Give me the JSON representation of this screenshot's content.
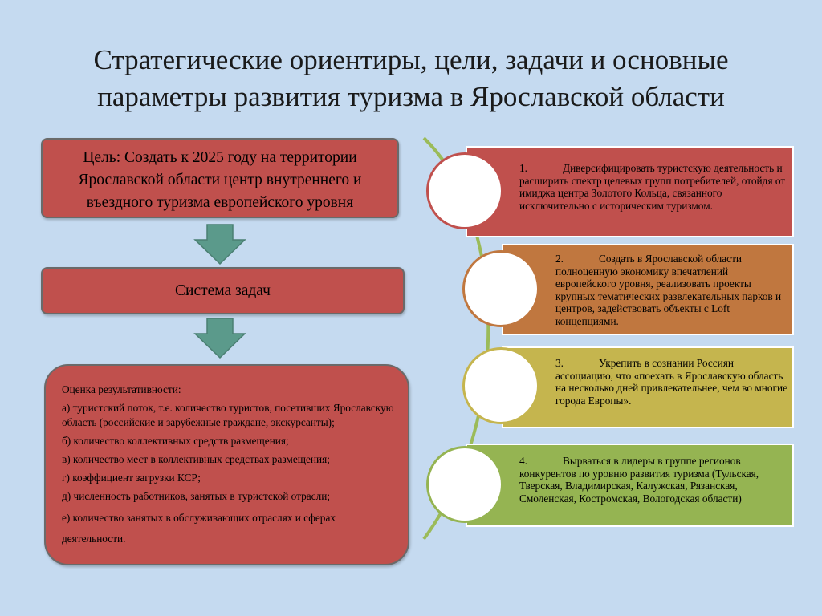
{
  "title": {
    "line1": "Стратегические ориентиры, цели, задачи и основные",
    "line2": "параметры развития туризма в Ярославской области"
  },
  "goal": {
    "line1": "Цель: Создать к 2025 году на территории",
    "line2": "Ярославской области центр внутреннего и",
    "line3": "въездного туризма европейского уровня"
  },
  "tasks": {
    "label": "Система задач"
  },
  "evaluation": {
    "heading": "Оценка результативности:",
    "items": [
      "а) туристский поток, т.е. количество туристов, посетивших Ярославскую область (российские и зарубежные граждане, экскурсанты);",
      "б) количество коллективных средств размещения;",
      "в) количество мест в коллективных средствах размещения;",
      "г) коэффициент загрузки КСР;",
      "д) численность работников, занятых в туристской отрасли;",
      "е) количество занятых в обслуживающих отраслях и сферах деятельности."
    ]
  },
  "objectives": [
    {
      "num": "1.",
      "text": "Диверсифицировать туристскую деятельность и расширить спектр целевых групп потребителей, отойдя от имиджа центра Золотого Кольца, связанного исключительно с историческим туризмом.",
      "color": "#c0504d"
    },
    {
      "num": "2.",
      "text": "Создать в Ярославской области полноценную экономику впечатлений европейского уровня, реализовать проекты крупных тематических развлекательных парков и центров, задействовать объекты с Loft концепциями.",
      "color": "#c0773f"
    },
    {
      "num": "3.",
      "text": "Укрепить в сознании Россиян ассоциацию, что «поехать в Ярославскую область на несколько дней привлекательнее, чем во многие города Европы».",
      "color": "#c5b54e"
    },
    {
      "num": "4.",
      "text": "Вырваться в лидеры в группе регионов конкурентов по уровню развития туризма (Тульская, Тверская, Владимирская, Калужская, Рязанская, Смоленская, Костромская, Вологодская области)",
      "color": "#95b452"
    }
  ],
  "colors": {
    "background": "#c5daf0",
    "box_red": "#c0504d",
    "arrow_fill": "#5b9a8b",
    "connector_arc": "#9bbb59"
  }
}
